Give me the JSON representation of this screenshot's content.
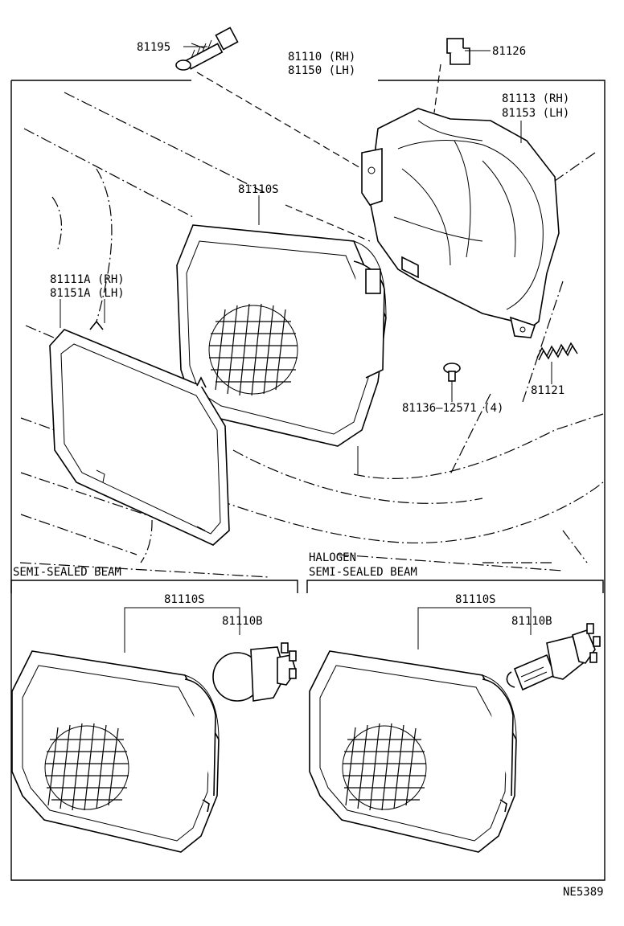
{
  "labels": {
    "screw_81195": "81195",
    "housing_rh": "81110 (RH)",
    "housing_lh": "81150 (LH)",
    "clip_81126": "81126",
    "shell_rh": "81113 (RH)",
    "shell_lh": "81153 (LH)",
    "headlamp_unit": "81110S",
    "bezel_rh": "81111A (RH)",
    "bezel_lh": "81151A (LH)",
    "spring_81121": "81121",
    "screw_81136": "81136–12571 (4)",
    "semi_sealed_title": "SEMI-SEALED BEAM",
    "semi_unit": "81110S",
    "semi_bulb": "81110B",
    "halogen_title_1": "HALOGEN",
    "halogen_title_2": "SEMI-SEALED BEAM",
    "halogen_unit": "81110S",
    "halogen_bulb": "81110B",
    "figure_code": "NE5389"
  },
  "colors": {
    "ink": "#000000",
    "paper": "#ffffff"
  }
}
